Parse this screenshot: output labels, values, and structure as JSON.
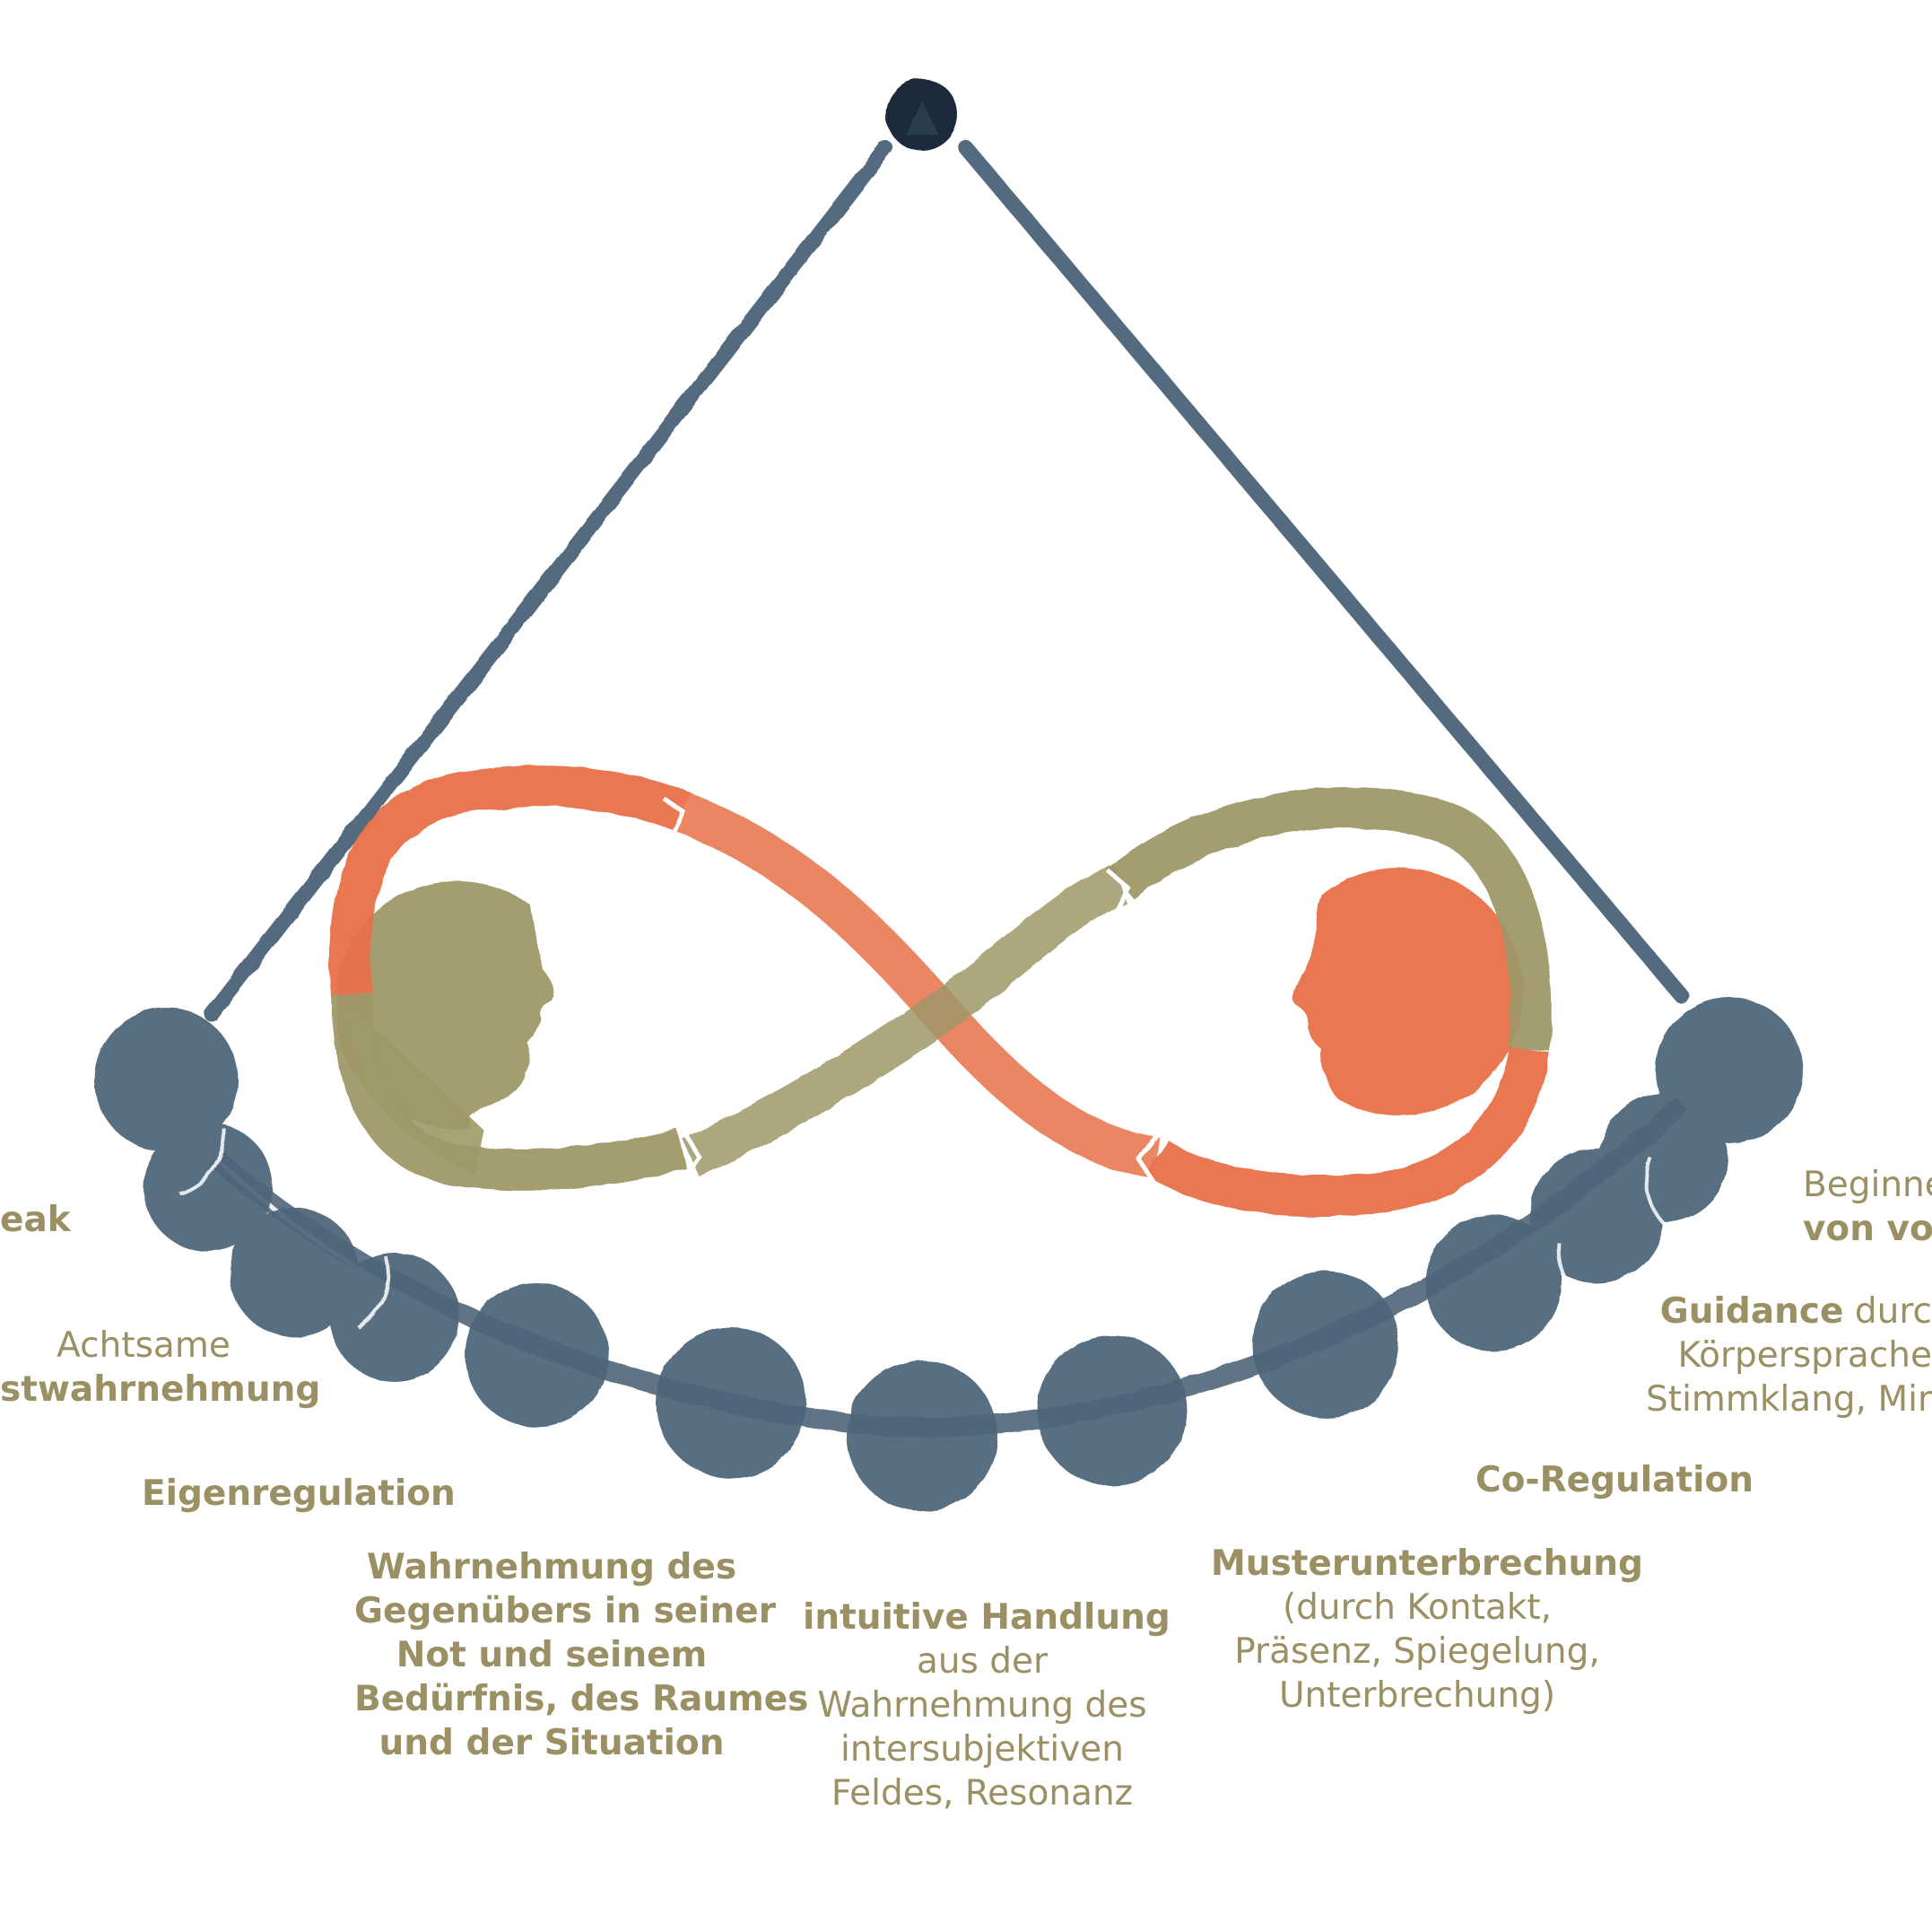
{
  "colors": {
    "slate": "#4d6479",
    "slate_dark": "#1e2c3b",
    "orange": "#e8714a",
    "olive": "#9f9868",
    "text": "#9b9064"
  },
  "icons": {
    "apex": "dark-pendulum-pivot",
    "heads": "two-face-silhouettes",
    "loop": "infinity-lemniscate-with-arrows",
    "beads": "pendulum-bead-arc"
  },
  "labels": {
    "break_left": "eak",
    "self_perception": {
      "line1": "Achtsame",
      "line2": "stwahrnehmung"
    },
    "self_regulation": "Eigenregulation",
    "perceiving_other": [
      "Wahrnehmung des",
      "Gegenübers in seiner",
      "Not und seinem",
      "Bedürfnis, des Raumes",
      "und der Situation"
    ],
    "intuitive_action": {
      "title": "intuitive Handlung",
      "lines": [
        "aus der",
        "Wahrnehmung des",
        "intersubjektiven",
        "Feldes, Resonanz"
      ]
    },
    "pattern_interrupt": {
      "title": "Musterunterbrechung",
      "lines": [
        "(durch Kontakt,",
        "Präsenz, Spiegelung,",
        "Unterbrechung)"
      ]
    },
    "co_regulation": "Co-Regulation",
    "guidance": {
      "bold": "Guidance",
      "rest": " durc",
      "line2": "Körpersprache",
      "line3": "Stimmklang, Mir"
    },
    "beginning": {
      "line1": "Beginne",
      "line2": "von vor"
    }
  }
}
